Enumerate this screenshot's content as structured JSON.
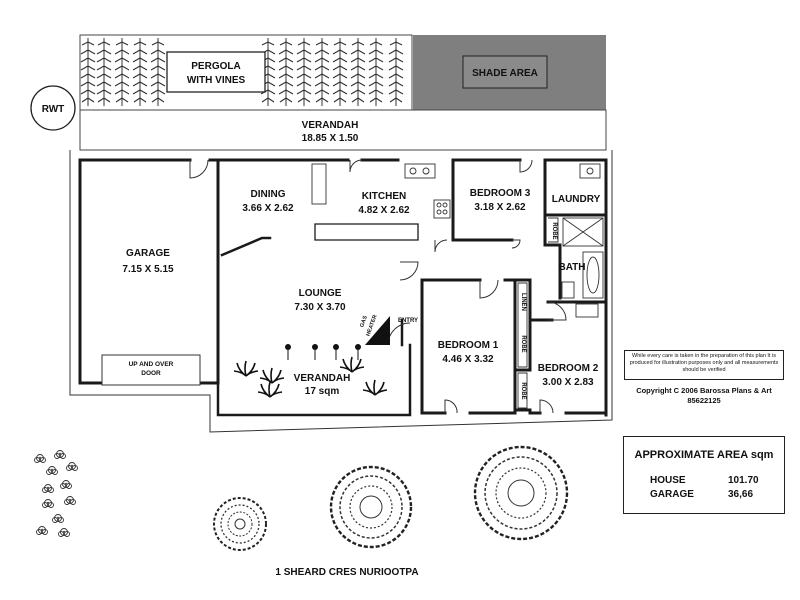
{
  "rooms": {
    "pergola_1": "PERGOLA",
    "pergola_2": "WITH VINES",
    "shade_area": "SHADE AREA",
    "rwt": "RWT",
    "verandah_rear": "VERANDAH",
    "verandah_rear_size": "18.85 X 1.50",
    "garage": "GARAGE",
    "garage_size": "7.15 X 5.15",
    "garage_door_1": "UP AND OVER",
    "garage_door_2": "DOOR",
    "dining": "DINING",
    "dining_size": "3.66 X 2.62",
    "kitchen": "KITCHEN",
    "kitchen_size": "4.82 X 2.62",
    "bedroom3": "BEDROOM 3",
    "bedroom3_size": "3.18 X 2.62",
    "laundry": "LAUNDRY",
    "robe_upper": "ROBE",
    "bath": "BATH",
    "lounge": "LOUNGE",
    "lounge_size": "7.30 X 3.70",
    "gas_heater_1": "GAS",
    "gas_heater_2": "HEATER",
    "entry": "ENTRY",
    "linen": "LINEN",
    "robe_mid": "ROBE",
    "robe_low": "ROBE",
    "bedroom1": "BEDROOM 1",
    "bedroom1_size": "4.46 X 3.32",
    "bedroom2": "BEDROOM 2",
    "bedroom2_size": "3.00 X 2.83",
    "verandah_front": "VERANDAH",
    "verandah_front_size": "17 sqm"
  },
  "disclaimer": "While every care is taken in the preparation of this plan It is produced for illustration purposes only and all measurements should be verified",
  "copyright_line1": "Copyright C 2006 Barossa Plans & Art",
  "copyright_line2": "85622125",
  "area": {
    "title": "APPROXIMATE AREA sqm",
    "house_label": "HOUSE",
    "house_value": "101.70",
    "garage_label": "GARAGE",
    "garage_value": "36,66"
  },
  "address": "1 SHEARD CRES NURIOOTPA"
}
